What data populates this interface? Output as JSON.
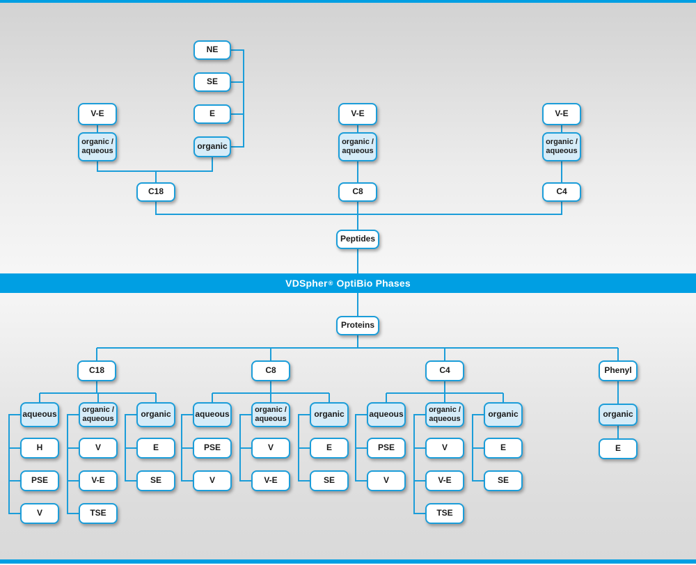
{
  "banner": {
    "brand": "VDSpher",
    "reg": "®",
    "rest": "OptiBio Phases"
  },
  "colors": {
    "accent": "#009FE3",
    "line_blue": "#1B9DD9",
    "highlight_fill": "#D6ECF8"
  },
  "peptides": {
    "root": "Peptides",
    "organic_rail": {
      "options": [
        "NE",
        "SE",
        "E"
      ],
      "mode": "organic"
    },
    "c18": {
      "label": "C18",
      "top": "V-E",
      "mode": "organic /\naqueous"
    },
    "c8": {
      "label": "C8",
      "top": "V-E",
      "mode": "organic /\naqueous"
    },
    "c4": {
      "label": "C4",
      "top": "V-E",
      "mode": "organic /\naqueous"
    }
  },
  "proteins": {
    "root": "Proteins",
    "c18": {
      "label": "C18",
      "groups": [
        {
          "mode": "aqueous",
          "children": [
            "H",
            "PSE",
            "V"
          ]
        },
        {
          "mode": "organic /\naqueous",
          "children": [
            "V",
            "V-E",
            "TSE"
          ]
        },
        {
          "mode": "organic",
          "children": [
            "E",
            "SE"
          ]
        }
      ]
    },
    "c8": {
      "label": "C8",
      "groups": [
        {
          "mode": "aqueous",
          "children": [
            "PSE",
            "V"
          ]
        },
        {
          "mode": "organic /\naqueous",
          "children": [
            "V",
            "V-E"
          ]
        },
        {
          "mode": "organic",
          "children": [
            "E",
            "SE"
          ]
        }
      ]
    },
    "c4": {
      "label": "C4",
      "groups": [
        {
          "mode": "aqueous",
          "children": [
            "PSE",
            "V"
          ]
        },
        {
          "mode": "organic /\naqueous",
          "children": [
            "V",
            "V-E",
            "TSE"
          ]
        },
        {
          "mode": "organic",
          "children": [
            "E",
            "SE"
          ]
        }
      ]
    },
    "phenyl": {
      "label": "Phenyl",
      "groups": [
        {
          "mode": "organic",
          "children": [
            "E"
          ]
        }
      ]
    }
  }
}
